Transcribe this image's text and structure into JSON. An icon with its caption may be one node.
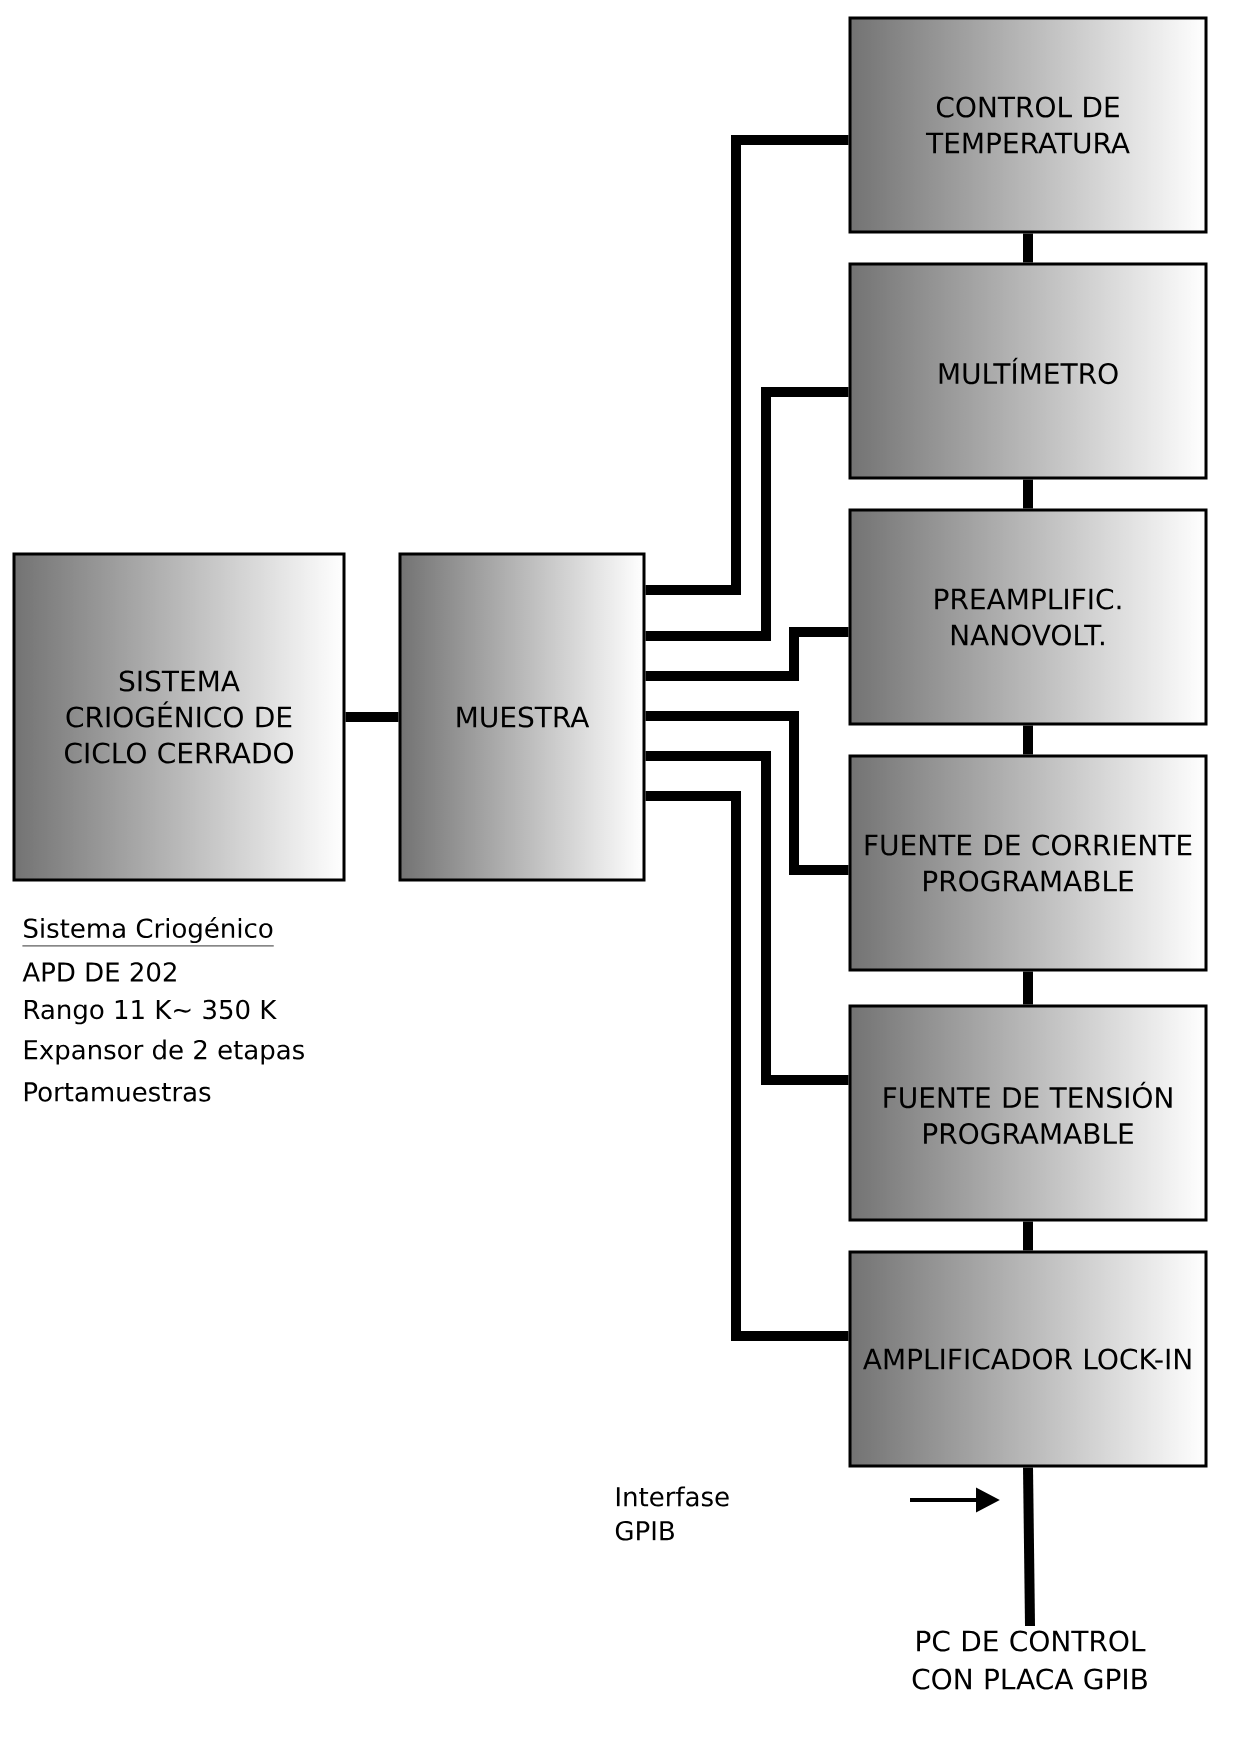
{
  "diagram": {
    "nodes": [
      {
        "text": [
          "SISTEMA CRIOGÉNICO DE CICLO CERRADO"
        ],
        "beside": [
          "Sistema Criogénico",
          "APD DE 202",
          "Rango 11 K~ 350 K",
          "Expansor de 2 etapas",
          "Portamuestras"
        ]
      },
      {
        "text": [
          "MUESTRA"
        ]
      },
      {
        "text": [
          "CONTROL DE TEMPERATURA"
        ]
      },
      {
        "text": [
          "MULTÍMETRO"
        ]
      },
      {
        "text": [
          "PREAMPLIFIC. NANOVOLT."
        ]
      },
      {
        "text": [
          "FUENTE DE CORRIENTE PROGRAMABLE"
        ]
      },
      {
        "text": [
          "FUENTE DE TENSIÓN PROGRAMABLE"
        ]
      },
      {
        "text": [
          "AMPLIFICADOR LOCK-IN"
        ]
      },
      {
        "text": [
          "PC DE CONTROL CON PLACA GPIB"
        ]
      }
    ],
    "edges": [
      {
        "from": 0,
        "to": 1,
        "arrow": "none"
      },
      {
        "from": 1,
        "to": 2,
        "arrow": "none"
      },
      {
        "from": 1,
        "to": 3,
        "arrow": "none"
      },
      {
        "from": 1,
        "to": 4,
        "arrow": "none"
      },
      {
        "from": 1,
        "to": 5,
        "arrow": "none"
      },
      {
        "from": 1,
        "to": 6,
        "arrow": "none"
      },
      {
        "from": 1,
        "to": 7,
        "arrow": "none"
      },
      {
        "from": 2,
        "to": 3,
        "arrow": "none"
      },
      {
        "from": 3,
        "to": 4,
        "arrow": "none"
      },
      {
        "from": 4,
        "to": 5,
        "arrow": "none"
      },
      {
        "from": 5,
        "to": 6,
        "arrow": "none"
      },
      {
        "from": 6,
        "to": 7,
        "arrow": "none"
      },
      {
        "from": 7,
        "to": 8,
        "arrow": "none"
      }
    ],
    "labels": [
      "Interfase GPIB"
    ]
  }
}
